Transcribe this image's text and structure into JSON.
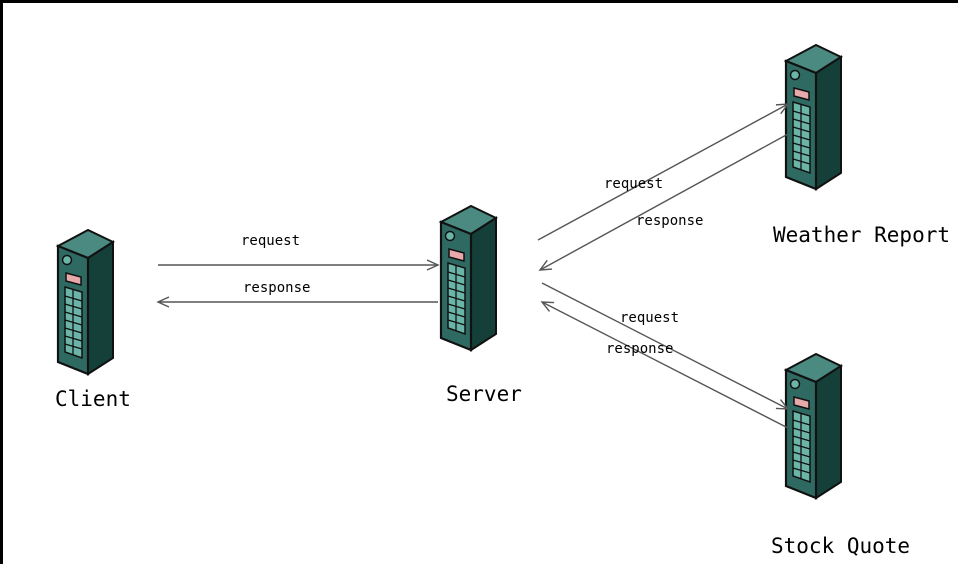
{
  "nodes": {
    "client": {
      "label": "Client"
    },
    "server": {
      "label": "Server"
    },
    "weather": {
      "label": "Weather Report"
    },
    "stock": {
      "label": "Stock Quote"
    }
  },
  "edges": {
    "client_server": {
      "request": "request",
      "response": "response"
    },
    "server_weather": {
      "request": "request",
      "response": "response"
    },
    "server_stock": {
      "request": "request",
      "response": "response"
    }
  },
  "colors": {
    "tower_body": "#2f6a62",
    "tower_side": "#153f39",
    "tower_top": "#4a8a80",
    "tower_slot": "#6ab5a8",
    "tower_led": "#e7a9a9",
    "outline": "#111111",
    "arrow": "#555555"
  },
  "icons": [
    "server-tower-icon"
  ]
}
